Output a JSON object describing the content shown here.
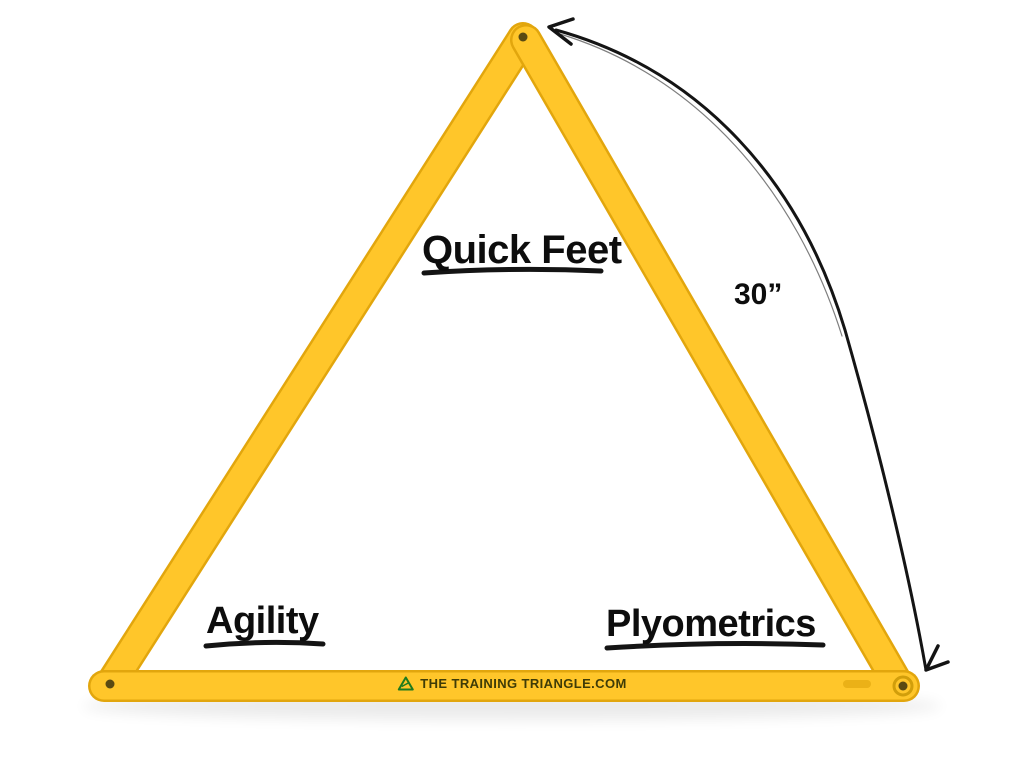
{
  "annotations": {
    "top_label": "Quick Feet",
    "left_label": "Agility",
    "right_label": "Plyometrics",
    "measurement": "30”"
  },
  "brand": {
    "text": "THE TRAINING TRIANGLE.COM"
  },
  "colors": {
    "background": "#ffffff",
    "bar_fill": "#FFC62A",
    "bar_edge": "#E2A60D",
    "annotation_ink": "#141414",
    "brand_text": "#3f3c07",
    "logo_green": "#1e7a1e"
  }
}
